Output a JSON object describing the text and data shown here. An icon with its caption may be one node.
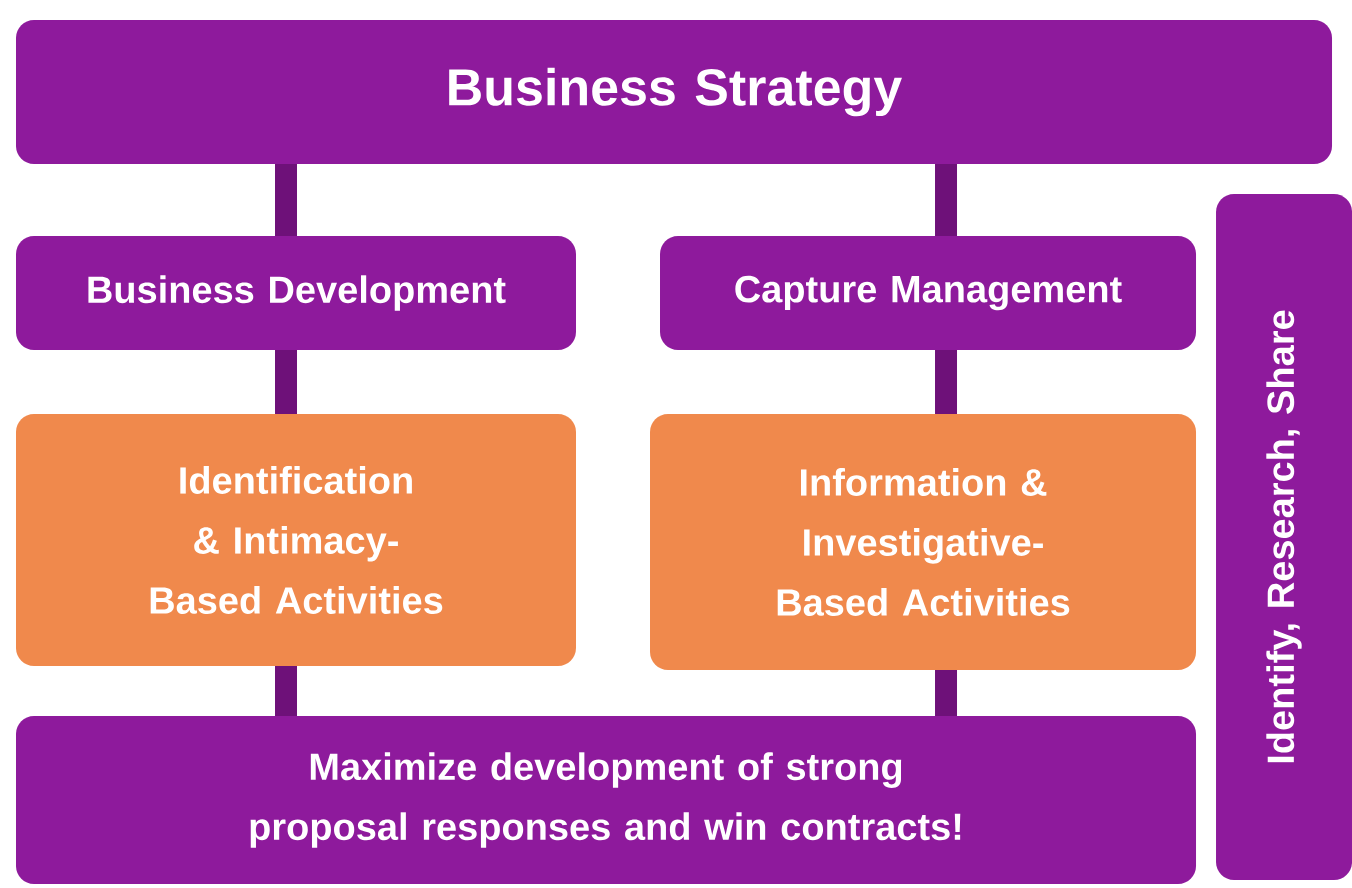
{
  "diagram": {
    "nodes": [
      {
        "text": [
          "Business Strategy"
        ]
      },
      {
        "text": [
          "Business Development"
        ]
      },
      {
        "text": [
          "Capture Management"
        ]
      },
      {
        "text": [
          "Identification & Intimacy-Based Activities"
        ]
      },
      {
        "text": [
          "Information & Investigative-Based Activities"
        ]
      },
      {
        "text": [
          "Maximize development of strong proposal responses and win contracts!"
        ]
      },
      {
        "text": [
          "Identify, Research, Share"
        ]
      }
    ],
    "edges": [
      {
        "from": 0,
        "to": 1,
        "arrow": "none"
      },
      {
        "from": 0,
        "to": 2,
        "arrow": "none"
      },
      {
        "from": 1,
        "to": 3,
        "arrow": "none"
      },
      {
        "from": 2,
        "to": 4,
        "arrow": "none"
      },
      {
        "from": 3,
        "to": 5,
        "arrow": "none"
      },
      {
        "from": 4,
        "to": 5,
        "arrow": "none"
      }
    ]
  }
}
